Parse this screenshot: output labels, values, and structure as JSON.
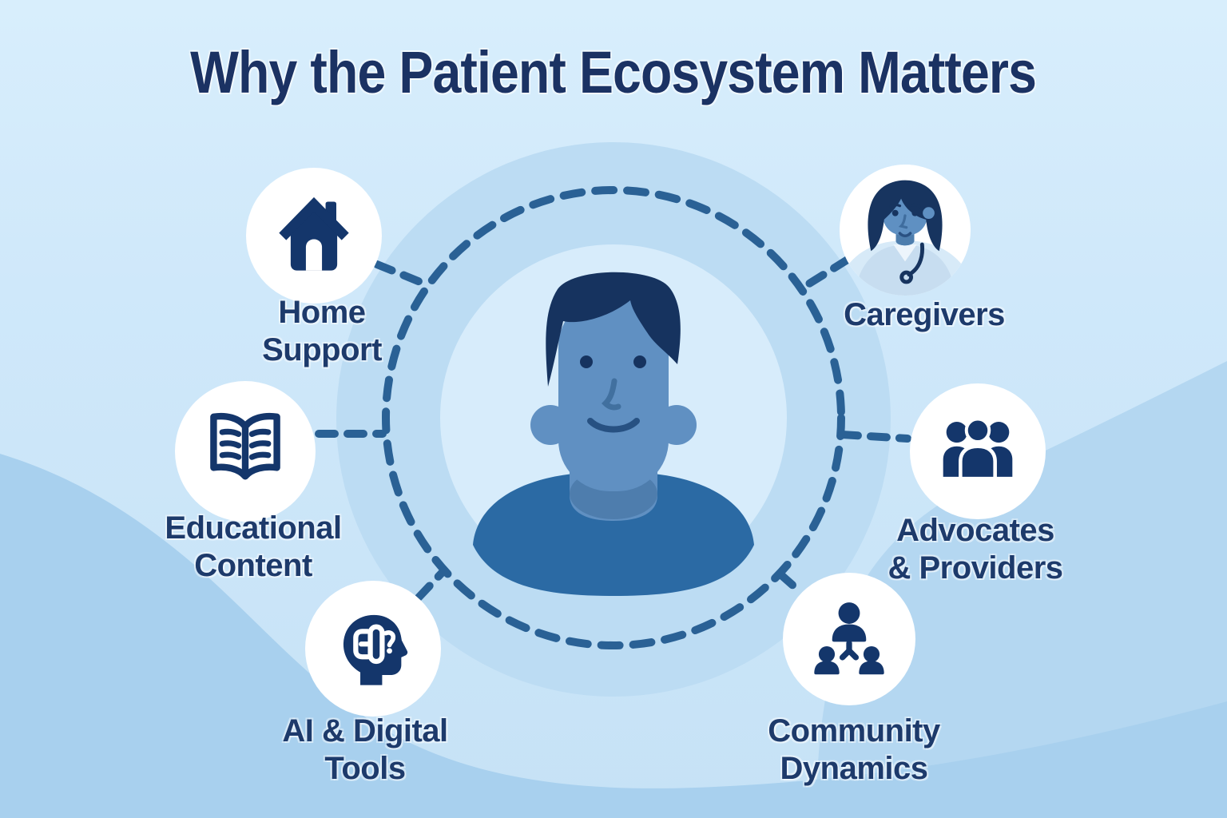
{
  "title": "Why the Patient Ecosystem Matters",
  "center": {
    "figure": "patient-person-illustration"
  },
  "nodes": [
    {
      "id": "home-support",
      "label": "Home\nSupport",
      "icon": "house-icon"
    },
    {
      "id": "educational-content",
      "label": "Educational\nContent",
      "icon": "open-book-icon"
    },
    {
      "id": "ai-digital-tools",
      "label": "AI & Digital\nTools",
      "icon": "ai-head-icon"
    },
    {
      "id": "caregivers",
      "label": "Caregivers",
      "icon": "caregiver-portrait-icon"
    },
    {
      "id": "advocates-providers",
      "label": "Advocates\n& Providers",
      "icon": "people-group-icon"
    },
    {
      "id": "community-dynamics",
      "label": "Community\nDynamics",
      "icon": "community-network-icon"
    }
  ],
  "colors": {
    "background_light": "#cfe8fa",
    "wave_left": "#a8d0ee",
    "wave_right": "#b4d7f1",
    "halo_circle": "#bcdcf3",
    "inner_circle": "#d7ecfb",
    "icon_navy": "#14366b",
    "label_navy": "#1d3a6b",
    "title_navy": "#1b3263",
    "dash_blue": "#2a6195",
    "figure_skin": "#6090c2",
    "figure_hair": "#16335f",
    "figure_shirt": "#2b6aa4",
    "bubble_white": "#ffffff"
  }
}
